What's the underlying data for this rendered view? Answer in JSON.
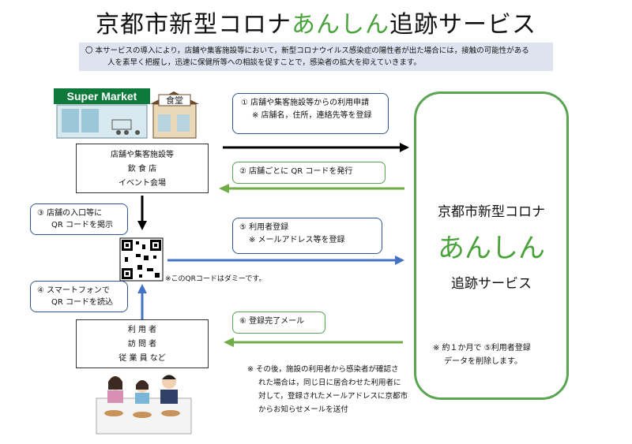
{
  "title": {
    "part1": "京都市新型コロナ",
    "part2": "あんしん",
    "part3": "追跡サービス"
  },
  "intro": {
    "line1": "〇  本サービスの導入により，店舗や集客施設等において，新型コロナウイルス感染症の陽性者が出た場合には，接触の可能性がある",
    "line2": "人を素早く把握し，迅速に保健所等への相談を促すことで，感染者の拡大を抑えていきます。"
  },
  "supermarket_sign": "Super Market",
  "shokudo_sign": "食堂",
  "facility_box": {
    "lines": [
      "店舗や集客施設等",
      "飲 食 店",
      "イベント会場"
    ]
  },
  "step1": {
    "line1": "①  店舗や集客施設等からの利用申請",
    "line2": "※ 店舗名，住所，連絡先等を登録"
  },
  "step2": {
    "line1": "②  店舗ごとに QR コードを発行"
  },
  "step3": {
    "line1": "③  店舗の入口等に",
    "line2": "QR コードを掲示"
  },
  "step4": {
    "line1": "④  スマートフォンで",
    "line2": "QR コードを読込"
  },
  "step5": {
    "line1": "⑤  利用者登録",
    "line2": "※  メールアドレス等を登録"
  },
  "step6": {
    "line1": "⑥  登録完了メール"
  },
  "qr_note": "※このQRコードはダミーです。",
  "user_box": {
    "lines": [
      "利 用 者",
      "訪 問 者",
      "従 業 員 など"
    ]
  },
  "service": {
    "line1": "京都市新型コロナ",
    "line2": "あんしん",
    "line3": "追跡サービス"
  },
  "service_note": {
    "line1": "※  約１か月で  ⑤利用者登録",
    "line2": "データを削除します。"
  },
  "followup_note": {
    "line1": "※  その後，施設の利用者から感染者が確認さ",
    "line2": "れた場合は，同じ日に居合わせた利用者に",
    "line3": "対して，登録されたメールアドレスに京都市",
    "line4": "からお知らせメールを送付"
  },
  "colors": {
    "green": "#4aa33a",
    "blue_arrow": "#4472c4",
    "green_arrow": "#70ad47",
    "intro_bg": "#dde4ef"
  }
}
